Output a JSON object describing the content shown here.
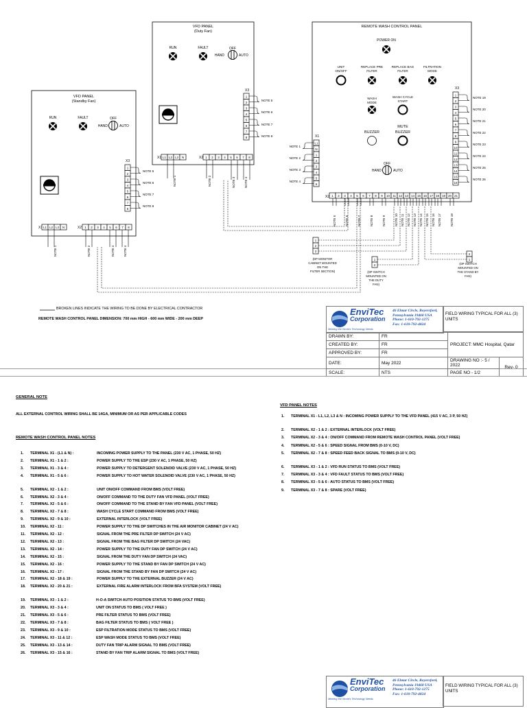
{
  "vfd_duty": {
    "title": "VFD PANEL",
    "subtitle": "(Duty Fan)",
    "run": "RUN",
    "fault": "FAULT",
    "off": "OFF",
    "hand": "HAND",
    "auto": "AUTO"
  },
  "vfd_standby": {
    "title": "VFD PANEL",
    "subtitle": "(Standby Fan)",
    "run": "RUN",
    "fault": "FAULT",
    "off": "OFF",
    "hand": "HAND",
    "auto": "AUTO"
  },
  "rwcp": {
    "title": "REMOTE WASH CONTROL PANEL",
    "power_on": "POWER ON",
    "unit_onoff": "UNIT ON/OFF",
    "replace_pre_filter": "REPLACE PRE FILTER",
    "replace_bag_filter": "REPLACE BAG FILTER",
    "filtration_mode": "FILTRATION MODE",
    "wash_mode": "WASH MODE",
    "wash_cycle_start": "WASH CYCLE START",
    "buzzer": "BUZZER",
    "mute_buzzer": "MUTE BUZZER",
    "off": "OFF",
    "hand": "HAND",
    "auto": "AUTO"
  },
  "labels": {
    "x1": "X1",
    "x2": "X2",
    "x3": "X3",
    "l1": "L1",
    "l2": "L2",
    "l3": "L3",
    "n": "N",
    "note1": "NOTE 1",
    "note2": "NOTE 2",
    "note3": "NOTE 3",
    "note4": "NOTE 4",
    "note5": "NOTE 5",
    "note6": "NOTE 6",
    "note7": "NOTE 7",
    "note8": "NOTE 8",
    "note9": "NOTE 9",
    "note10": "NOTE 10",
    "note11": "NOTE 11",
    "note12": "NOTE 12",
    "note13": "NOTE 13",
    "note14": "NOTE 14",
    "note15": "NOTE 15",
    "note16": "NOTE 16",
    "note17": "NOTE 17",
    "note18": "NOTE 18",
    "note19": "NOTE 19",
    "note20": "NOTE 20",
    "note21": "NOTE 21",
    "note22": "NOTE 22",
    "note23": "NOTE 23",
    "note24": "NOTE 24",
    "note25": "NOTE 25",
    "note26": "NOTE 26",
    "dp_monitor": "(DP MONITOR CABINET MOUNTED ON THE FILTER SECTION)",
    "dp_duty": "(DP SWITCH MOUNTED ON THE DUTY FAN)",
    "dp_standby": "(DP SWITCH MOUNTED ON THE STAND BY FAN)"
  },
  "legend": {
    "broken_lines": "BROKEN LINES INDICATE THE WIRING TO BE DONE  BY ELECTRICAL CONTRACTOR",
    "dimension": "REMOTE WASH CONTROL PANEL DIMENSION: 700 mm HIGH - 600 mm WIDE -  200 mm DEEP"
  },
  "company": {
    "name1": "EnviTec",
    "name2": "Corporation",
    "address": [
      "46 Elmar Circle, Royersford,",
      "Pennsylvania 19468 USA",
      "Phone: 1-610-792-1275",
      "Fax: 1-610-792-4824"
    ],
    "slogan": "Meeting the World's Technology Needs"
  },
  "title_block": {
    "drawing_title": "FIELD WIRING TYPICAL FOR ALL (3) UNITS",
    "project": "PROJECT: MMC Hospital, Qatar",
    "drawn_by_label": "DRAWN BY:",
    "drawn_by": "FR",
    "created_by_label": "CREATED BY:",
    "created_by": "FR",
    "approved_by_label": "APPROVED BY:",
    "approved_by": "FR",
    "date_label": "DATE:",
    "date": "May 2022",
    "scale_label": "SCALE:",
    "scale": "NTS",
    "drawing_no": "DRAWING NO :- 5 / 2022",
    "page_no": "PAGE NO - 1/2",
    "rev": "Rev- 0"
  },
  "notes": {
    "general_heading": "GENERAL NOTE",
    "general_text": "ALL EXTERNAL CONTROL WIRING SHALL BE 14GA, MINIMUM OR  AS PER APPLICABLE CODES",
    "rwcp_heading": "REMOTE WASH CONTROL PANEL NOTES",
    "vfd_heading": "VFD PANEL NOTES",
    "rwcp_items": [
      {
        "n": "1.",
        "k": "TERMINAL X1 - (L1 & N) :",
        "v": "INCOMING POWER SUPPLY TO THE PANEL (230 V AC, 1 PHASE, 50 HZ)"
      },
      {
        "n": "2.",
        "k": "TERMINAL X1 - 1 & 2 :",
        "v": "POWER SUPPLY TO THE ESP (230 V AC, 1 PHASE, 50 HZ)"
      },
      {
        "n": "3.",
        "k": "TERMINAL X1 - 3 & 4 :",
        "v": "POWER SUPPLY TO DETERGENT SOLENOID VALVE (230 V AC, 1 PHASE, 50 HZ)"
      },
      {
        "n": "4.",
        "k": "TERMINAL X1 - 5 & 6 :",
        "v": "POWER SUPPLY TO HOT WATER SOLENOID VALVE (230 V AC, 1 PHASE, 50 HZ)"
      },
      {
        "n": "5.",
        "k": "TERMINAL X2 - 1 & 2 :",
        "v": "UNIT ON/OFF COMMAND FROM BMS (VOLT FREE)"
      },
      {
        "n": "6.",
        "k": "TERMINAL X2 - 3 & 4 :",
        "v": "ON/OFF COMMAND TO THE DUTY FAN VFD PANEL (VOLT FREE)"
      },
      {
        "n": "7.",
        "k": "TERMINAL X2 - 5 & 6 :",
        "v": "ON/OFF COMMAND TO THE STAND BY FAN VFD PANEL (VOLT FREE)"
      },
      {
        "n": "8.",
        "k": "TERMINAL X2 - 7 & 8 :",
        "v": "WASH CYCLE START COMMAND FROM BMS (VOLT FREE)"
      },
      {
        "n": "9.",
        "k": "TERMINAL X2 - 9 & 10 :",
        "v": "EXTERNAL INTERLOCK (VOLT FREE)"
      },
      {
        "n": "10.",
        "k": "TERMINAL X2 - 11 :",
        "v": "POWER SUPPLY TO THE DP SWITCHES IN THE AIR MONITOR CABINET (24 V AC)"
      },
      {
        "n": "11.",
        "k": "TERMINAL X2 - 12 :",
        "v": "SIGNAL FROM THE PRE FILTER DP SWITCH (24 V AC)"
      },
      {
        "n": "12.",
        "k": "TERMINAL X2 - 13 :",
        "v": "SIGNAL FROM THE BAG FILTER DP SWITCH (24 VAC)"
      },
      {
        "n": "13.",
        "k": "TERMINAL X2 - 14 :",
        "v": "POWER SUPPLY TO THE DUTY FAN DP SWITCH (24 V AC)"
      },
      {
        "n": "14.",
        "k": "TERMINAL X2 - 15 :",
        "v": "SIGNAL FROM THE DUTY FAN DP SWITCH (24 VAC)"
      },
      {
        "n": "15.",
        "k": "TERMINAL X2 - 16 :",
        "v": "POWER SUPPLY TO THE STAND BY FAN DP SWITCH (24 V AC)"
      },
      {
        "n": "16.",
        "k": "TERMINAL X2 - 17 :",
        "v": "SIGNAL FROM THE STAND BY FAN DP SWITCH (24 V AC)"
      },
      {
        "n": "17.",
        "k": "TERMINAL X2 - 18 & 19 :",
        "v": "POWER SUPPLY TO THE EXTERNAL BUZZER (24 V AC)"
      },
      {
        "n": "18.",
        "k": "TERMINAL X2 - 20 & 21 :",
        "v": "EXTERNAL FIRE ALARM INTERLOCK FROM BFA SYSTEM (VOLT FREE)"
      },
      {
        "n": "19.",
        "k": "TERMINAL X3 - 1 & 2 :",
        "v": "H-O-A SWITCH AUTO POSITION STATUS TO BMS (VOLT FREE)"
      },
      {
        "n": "20.",
        "k": "TERMINAL X3 - 3 & 4 :",
        "v": "UNIT ON STATUS TO BMS ( VOLT FREE )"
      },
      {
        "n": "21.",
        "k": "TERMINAL X3 - 5 & 6 :",
        "v": "PRE FILTER STATUS TO BMS (VOLT FREE)"
      },
      {
        "n": "22.",
        "k": "TERMINAL X3 - 7 & 8 :",
        "v": "BAG FILTER STATUS TO BMS ( VOLT FREE )"
      },
      {
        "n": "23.",
        "k": "TERMINAL X3 - 9 & 10 :",
        "v": "ESP FILTRATION MODE STATUS TO BMS  (VOLT FREE)"
      },
      {
        "n": "24.",
        "k": "TERMINAL X3 - 11 & 12 :",
        "v": "ESP WASH MODE STATUS TO BMS (VOLT FREE)"
      },
      {
        "n": "25.",
        "k": "TERMINAL X3 - 13 & 14 :",
        "v": "DUTY FAN TRIP ALARM SIGNAL TO BMS (VOLT FREE)"
      },
      {
        "n": "26.",
        "k": "TERMINAL X3 - 15 & 16 :",
        "v": "STAND BY FAN TRIP ALARM SIGNAL TO BMS (VOLT FREE)"
      }
    ],
    "vfd_items": [
      {
        "n": "1.",
        "t": "TERMINAL X1 - L1, L2, L3 & N : INCOMING POWER SUPPLY TO THE VFD PANEL (415 V AC, 3 P, 50 HZ)"
      },
      {
        "n": "2.",
        "t": "TERMINAL X2 - 1 & 2 : EXTERNAL INTERLOCK (VOLT FREE)"
      },
      {
        "n": "3.",
        "t": "TERMINAL X2 - 3 & 4 : ON/OFF COMMAND FROM REMOTE WASH CONTROL PANEL (VOLT FREE)"
      },
      {
        "n": "4.",
        "t": "TERMINAL X2 - 5 & 6 : SPEED SIGNAL FROM BMS (0-10 V, DC)"
      },
      {
        "n": "5.",
        "t": "TERMINAL X2 - 7 & 8 : SPEED FEED BACK SIGNAL TO BMS (0-10 V, DC)"
      },
      {
        "n": "6.",
        "t": "TERMINAL X3 - 1 & 2 : VFD RUN STATUS TO BMS (VOLT FREE)"
      },
      {
        "n": "7.",
        "t": "TERMINAL X3 - 3 & 4 : VFD FAULT STATUS TO BMS (VOLT FREE)"
      },
      {
        "n": "8.",
        "t": "TERMINAL X3 - 5 & 6 : AUTO STATUS TO BMS (VOLT FREE)"
      },
      {
        "n": "9.",
        "t": "TERMINAL X3 - 7 & 8 : SPARE (VOLT FREE)"
      }
    ]
  }
}
